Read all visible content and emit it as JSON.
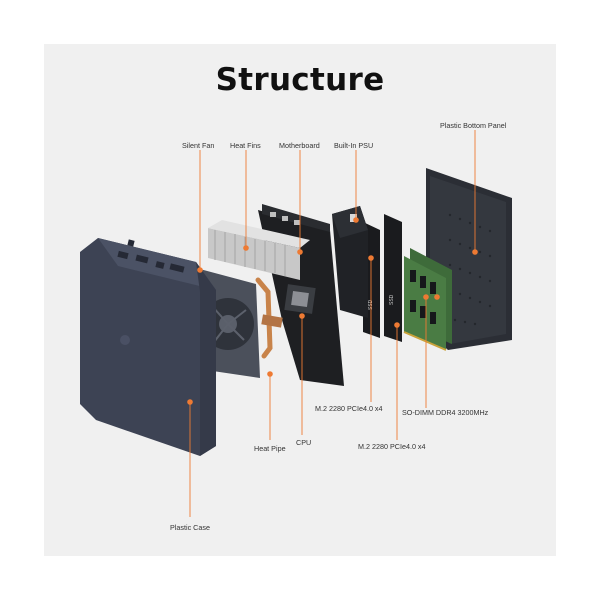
{
  "title": "Structure",
  "colors": {
    "accent": "#ee7a33",
    "background": "#f0f0f0",
    "case": "#3d4354",
    "board": "#1e1f22",
    "ram_pcb": "#3e6b3a"
  },
  "labels": {
    "silent_fan": "Silent Fan",
    "heat_fins": "Heat Fins",
    "motherboard": "Motherboard",
    "built_in_psu": "Built-In PSU",
    "plastic_bottom_panel": "Plastic Bottom Panel",
    "m2_ssd_1": "M.2 2280 PCIe4.0 x4",
    "m2_ssd_2": "M.2 2280 PCIe4.0 x4",
    "sodimm": "SO-DIMM DDR4 3200MHz",
    "heat_pipe": "Heat Pipe",
    "cpu": "CPU",
    "plastic_case": "Plastic Case"
  },
  "ssd_text": "SSD"
}
